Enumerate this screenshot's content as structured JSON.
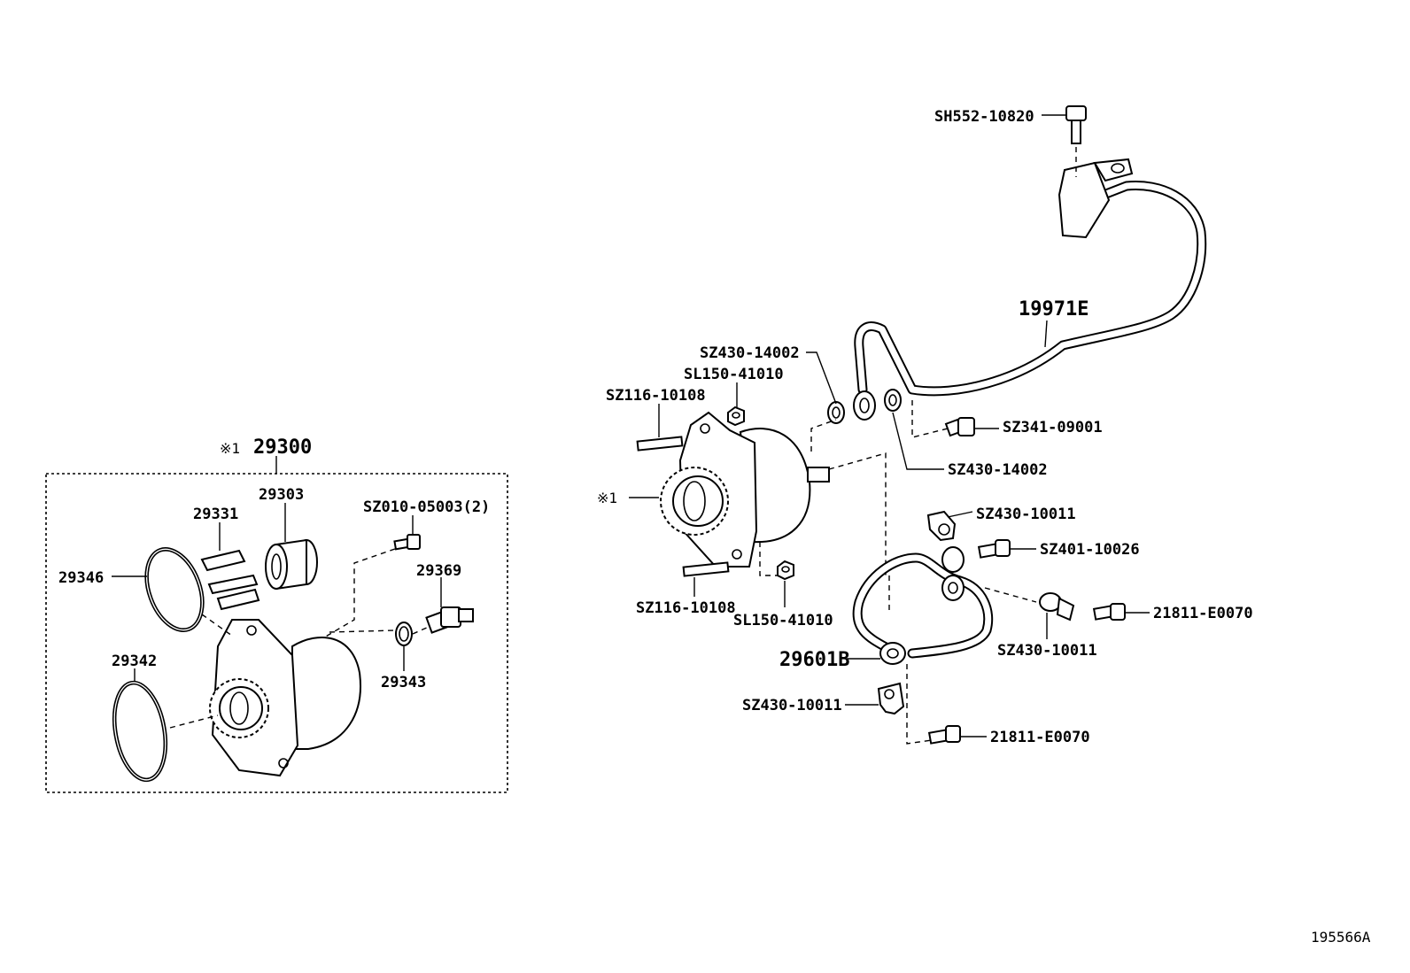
{
  "diagram_id": "195566A",
  "inset": {
    "mark": "※1",
    "number": "29300"
  },
  "callouts": {
    "c29303": "29303",
    "c29331": "29331",
    "c29346": "29346",
    "c29342": "29342",
    "c29369": "29369",
    "c29343": "29343",
    "sz010": "SZ010-05003(2)",
    "sh552": "SH552-10820",
    "p19971e": "19971E",
    "sz430_14002_a": "SZ430-14002",
    "sl150_top": "SL150-41010",
    "sz116_top": "SZ116-10108",
    "mark1": "※1",
    "sz116_bottom": "SZ116-10108",
    "sl150_bottom": "SL150-41010",
    "sz341": "SZ341-09001",
    "sz430_14002_b": "SZ430-14002",
    "sz430_10011_a": "SZ430-10011",
    "sz401": "SZ401-10026",
    "p21811_a": "21811-E0070",
    "sz430_10011_b": "SZ430-10011",
    "p29601b": "29601B",
    "sz430_10011_c": "SZ430-10011",
    "p21811_b": "21811-E0070"
  }
}
